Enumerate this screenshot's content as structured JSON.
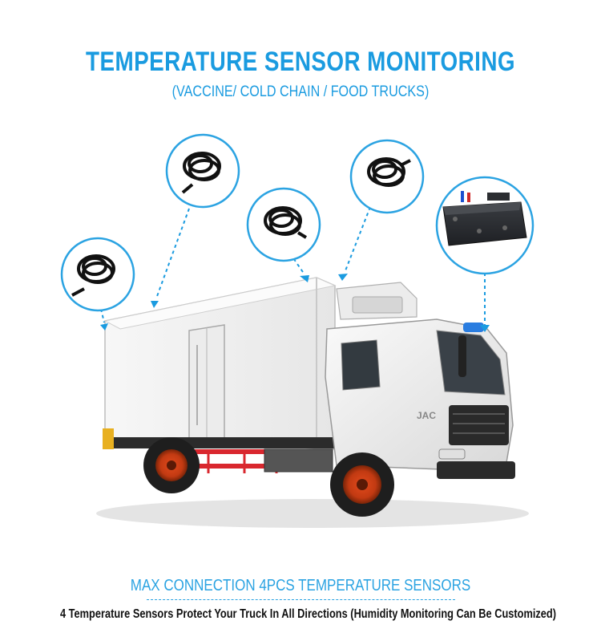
{
  "header": {
    "title": "TEMPERATURE SENSOR MONITORING",
    "subtitle": "(VACCINE/ COLD CHAIN / FOOD TRUCKS)"
  },
  "footer": {
    "caption": "MAX CONNECTION 4PCS TEMPERATURE SENSORS",
    "note": "4 Temperature Sensors Protect Your Truck In All Directions (Humidity Monitoring Can Be Customized)"
  },
  "truck": {
    "brand_badge": "JAC"
  },
  "colors": {
    "accent": "#1a9be0",
    "circle_border": "#2ba3e2",
    "truck_body": "#f4f4f4",
    "chassis_red": "#d9272e",
    "text_dark": "#111111"
  }
}
